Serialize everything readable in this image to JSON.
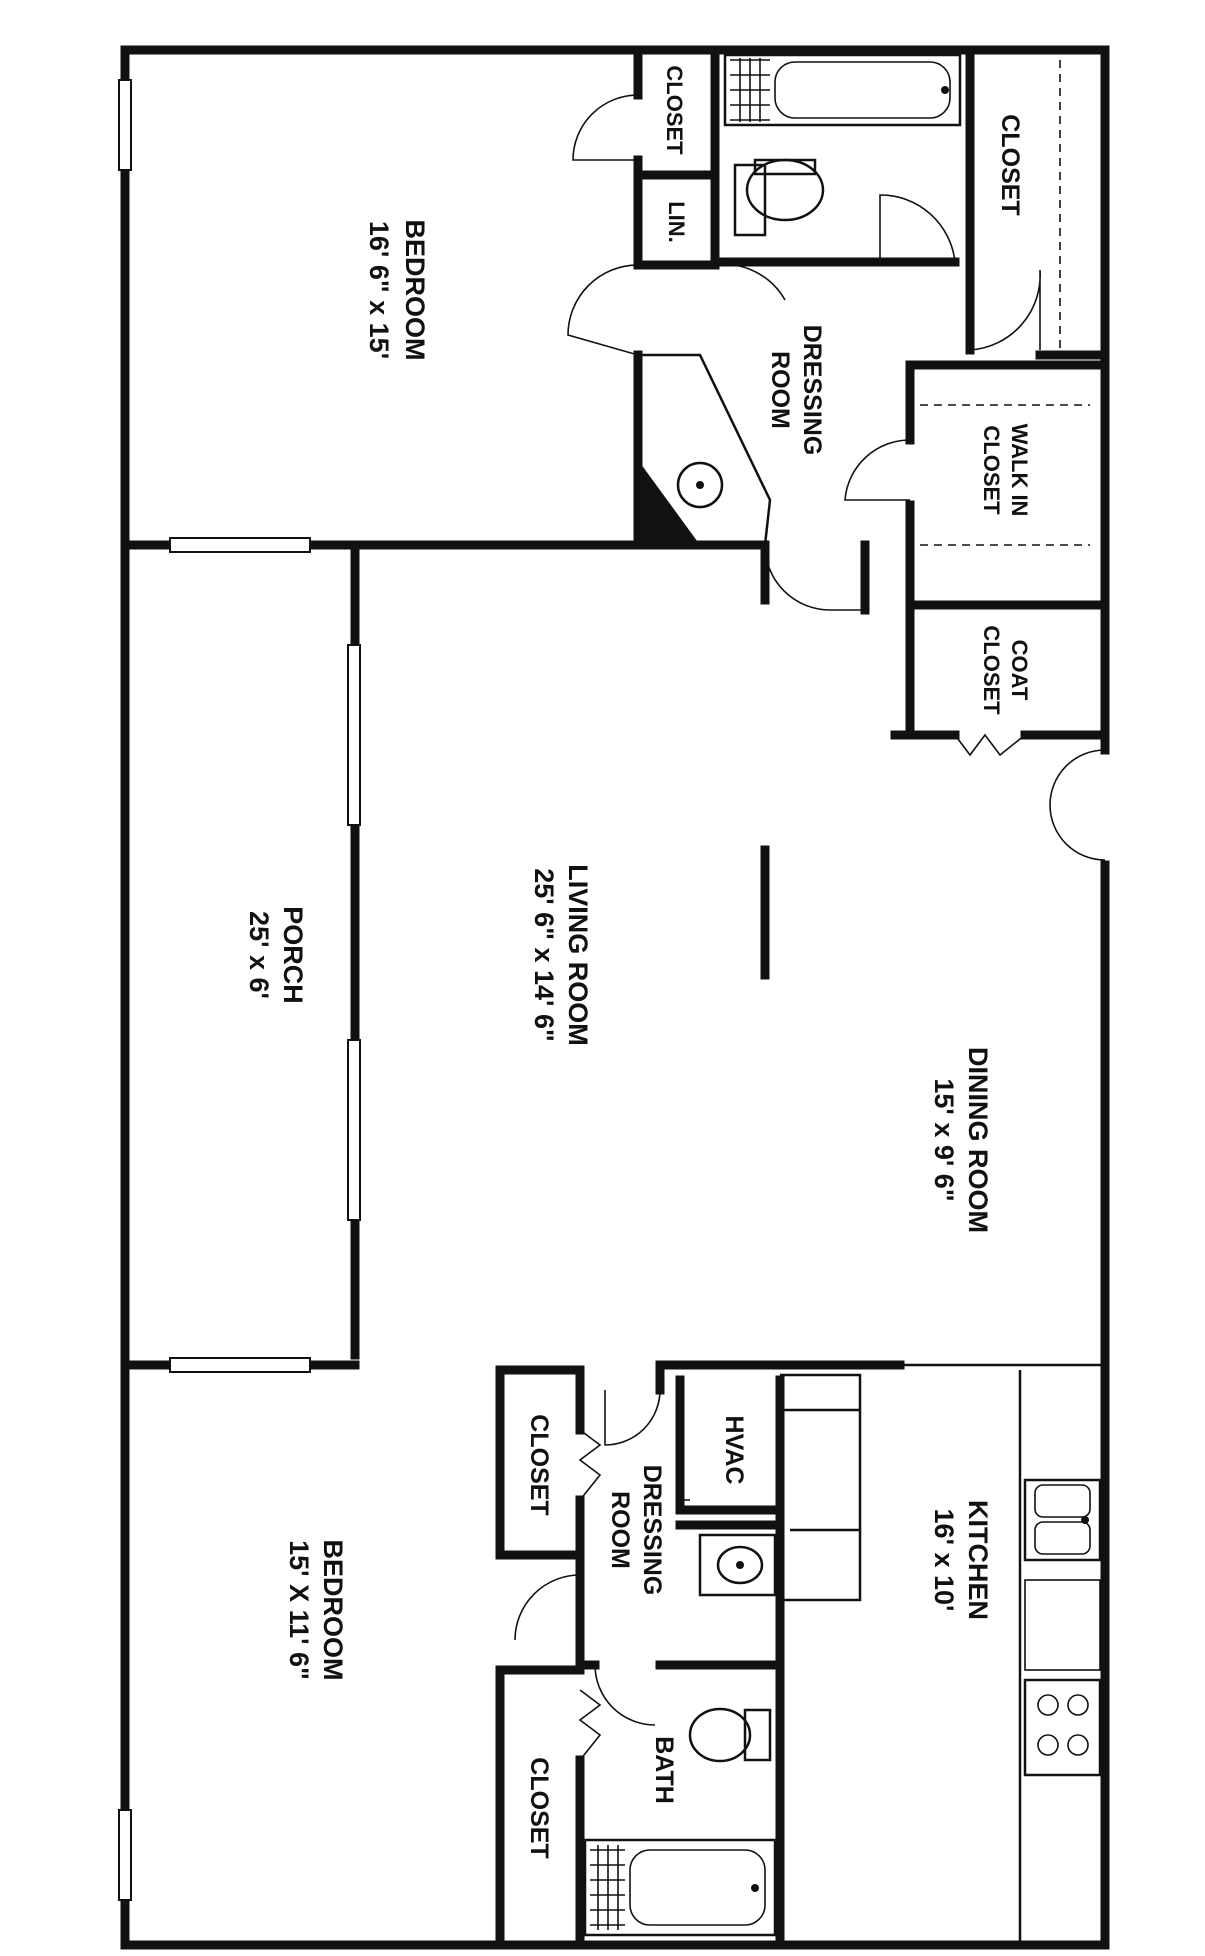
{
  "rooms": {
    "bedroom_top": {
      "name": "BEDROOM",
      "dims": "16' 6\" x 15'"
    },
    "closet_top_a": {
      "name": "CLOSET"
    },
    "linen": {
      "name": "LIN."
    },
    "closet_top_b": {
      "name": "CLOSET"
    },
    "dressing_top": {
      "name": "DRESSING",
      "name2": "ROOM"
    },
    "walk_in": {
      "name": "WALK IN",
      "name2": "CLOSET"
    },
    "coat_closet": {
      "name": "COAT",
      "name2": "CLOSET"
    },
    "porch": {
      "name": "PORCH",
      "dims": "25' x 6'"
    },
    "living_room": {
      "name": "LIVING ROOM",
      "dims": "25' 6\" x 14' 6\""
    },
    "dining_room": {
      "name": "DINING ROOM",
      "dims": "15' x 9' 6\""
    },
    "closet_bot_a": {
      "name": "CLOSET"
    },
    "hvac": {
      "name": "HVAC"
    },
    "dressing_bot": {
      "name": "DRESSING",
      "name2": "ROOM"
    },
    "kitchen": {
      "name": "KITCHEN",
      "dims": "16' x 10'"
    },
    "bedroom_bottom": {
      "name": "BEDROOM",
      "dims": "15' X 11' 6\""
    },
    "closet_bot_b": {
      "name": "CLOSET"
    },
    "bath": {
      "name": "BATH"
    }
  },
  "fixture_icons": [
    "bathtub-icon",
    "toilet-icon",
    "sink-icon",
    "double-sink-icon",
    "range-stove-icon",
    "door-swing-icon",
    "window-icon"
  ],
  "colors": {
    "ink": "#111111",
    "paper": "#ffffff"
  }
}
